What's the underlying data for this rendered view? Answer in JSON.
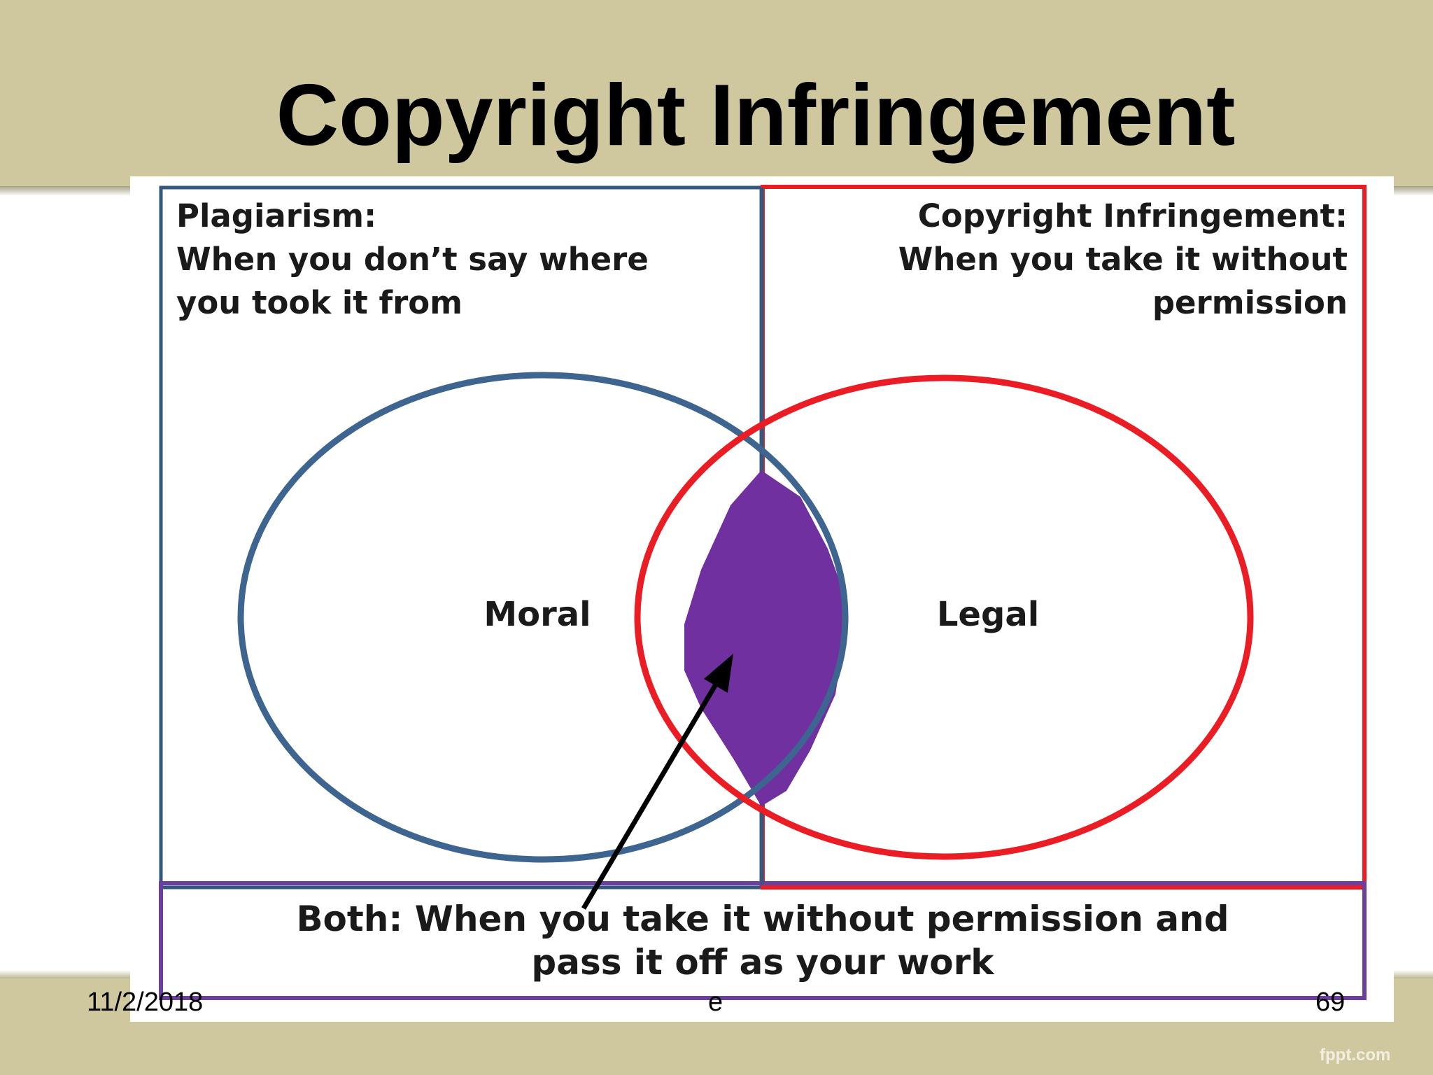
{
  "slide": {
    "title": "Copyright Infringement",
    "footer_date": "11/2/2018",
    "footer_center": "e",
    "page_number": "69",
    "brand": "fppt.com"
  },
  "diagram": {
    "left_box": {
      "heading": "Plagiarism:",
      "line1": "When you don’t say where",
      "line2": "you took it from",
      "color": "#34587f"
    },
    "right_box": {
      "heading": "Copyright Infringement:",
      "line1": "When you take it without",
      "line2": "permission",
      "color": "#ea1c24"
    },
    "bottom_box": {
      "line1": "Both: When you take it without permission and",
      "line2": "pass it off as your work",
      "color": "#6b3fa0"
    },
    "circles": {
      "left_label": "Moral",
      "right_label": "Legal",
      "left_color": "#3e6490",
      "right_color": "#ea1c24",
      "overlap_color": "#7030a0"
    },
    "arrow_color": "#000000"
  }
}
